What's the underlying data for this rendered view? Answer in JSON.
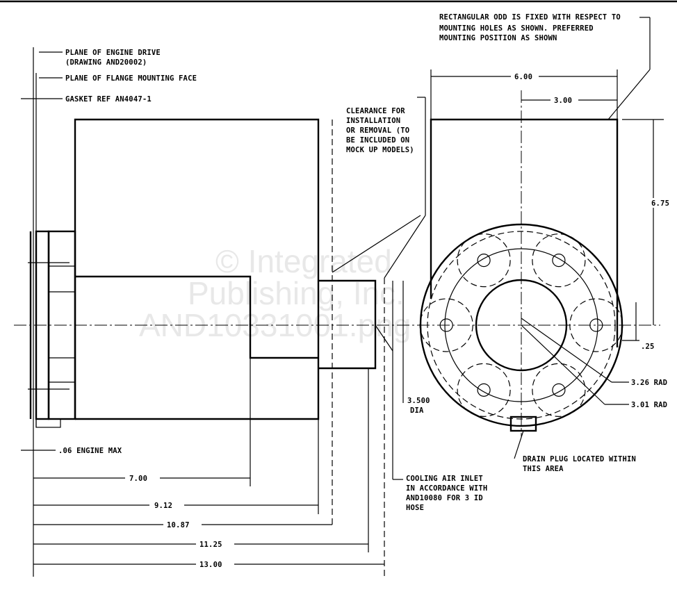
{
  "title": "Engine accessory installation drawing",
  "watermark": [
    "© Integrated",
    "Publishing, Inc.",
    "AND10331001.png"
  ],
  "notes": {
    "plane_drive_1": "PLANE OF ENGINE DRIVE",
    "plane_drive_2": "(DRAWING AND20002)",
    "plane_flange": "PLANE OF FLANGE MOUNTING FACE",
    "gasket": "GASKET REF AN4047-1",
    "clearance": [
      "CLEARANCE FOR",
      "INSTALLATION",
      "OR REMOVAL (TO",
      "BE INCLUDED ON",
      "MOCK UP MODELS)"
    ],
    "rectangular": [
      "RECTANGULAR ODD IS FIXED WITH RESPECT TO",
      "MOUNTING HOLES AS SHOWN.  PREFERRED",
      "MOUNTING POSITION AS SHOWN"
    ],
    "engine_max": ".06 ENGINE MAX",
    "cooling": [
      "COOLING AIR INLET",
      "IN ACCORDANCE WITH",
      "AND10080 FOR 3 ID",
      "HOSE"
    ],
    "drain": [
      "DRAIN PLUG LOCATED WITHIN",
      "THIS AREA"
    ],
    "dia_1": "3.500",
    "dia_2": "DIA",
    "rad_outer": "3.26 RAD",
    "rad_inner": "3.01 RAD"
  },
  "dimensions": {
    "d700": "7.00",
    "d912": "9.12",
    "d1087": "10.87",
    "d1125": "11.25",
    "d1300": "13.00",
    "width": "6.00",
    "half_width": "3.00",
    "height": "6.75",
    "offset": ".25"
  }
}
